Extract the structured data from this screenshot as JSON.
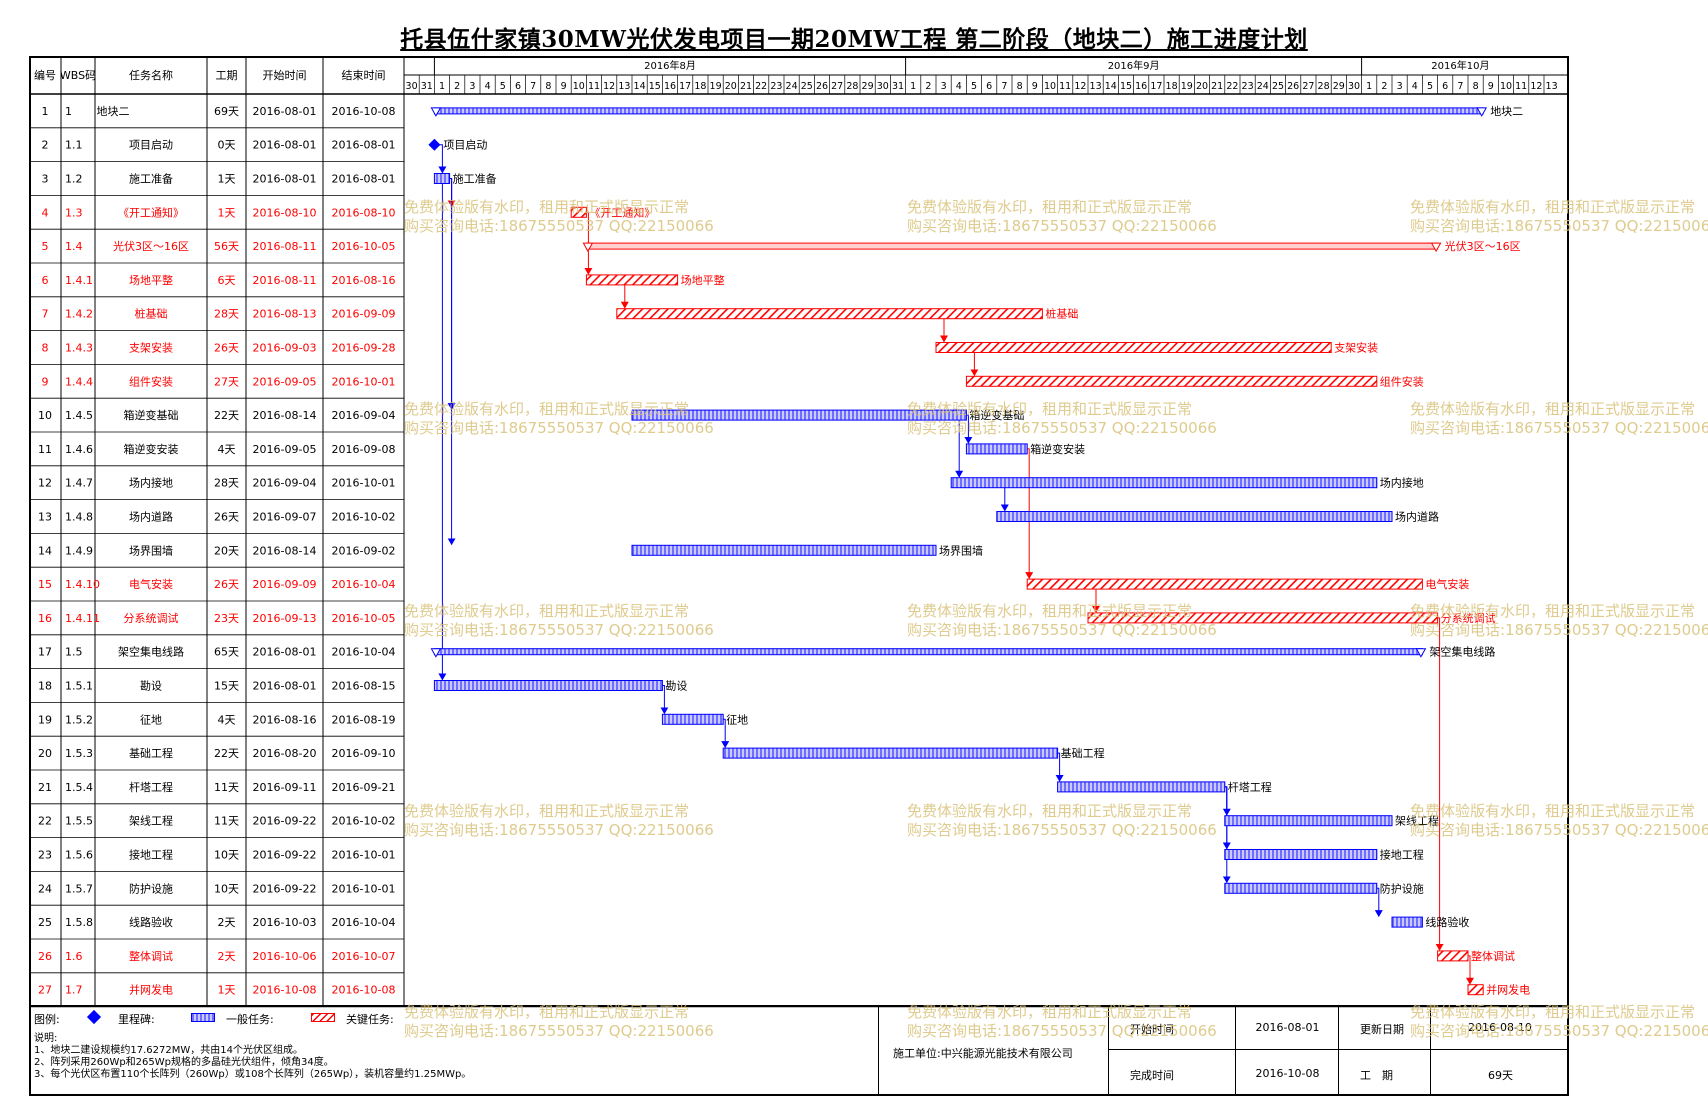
{
  "title": "托县伍什家镇30MW光伏发电项目一期20MW工程 第二阶段（地块二）施工进度计划",
  "columns": [
    "编号",
    "WBS码",
    "任务名称",
    "工期",
    "开始时间",
    "结束时间"
  ],
  "months": [
    {
      "label": "2016年8月"
    },
    {
      "label": "2016年9月"
    },
    {
      "label": "2016年10月"
    }
  ],
  "day_labels": [
    "30",
    "31",
    "1",
    "2",
    "3",
    "4",
    "5",
    "6",
    "7",
    "8",
    "9",
    "10",
    "11",
    "12",
    "13",
    "14",
    "15",
    "16",
    "17",
    "18",
    "19",
    "20",
    "21",
    "22",
    "23",
    "24",
    "25",
    "26",
    "27",
    "28",
    "29",
    "30",
    "31",
    "1",
    "2",
    "3",
    "4",
    "5",
    "6",
    "7",
    "8",
    "9",
    "10",
    "11",
    "12",
    "13",
    "14",
    "15",
    "16",
    "17",
    "18",
    "19",
    "20",
    "21",
    "22",
    "23",
    "24",
    "25",
    "26",
    "27",
    "28",
    "29",
    "30",
    "1",
    "2",
    "3",
    "4",
    "5",
    "6",
    "7",
    "8",
    "9",
    "10",
    "11",
    "12",
    "13"
  ],
  "colors": {
    "normal": "#0000ff",
    "critical": "#ff0000",
    "watermark": "#d9c27a"
  },
  "tasks": [
    {
      "no": "1",
      "wbs": "1",
      "name": "地块二",
      "dur": "69天",
      "start": "2016-08-01",
      "end": "2016-10-08",
      "type": "summary",
      "critical": false,
      "label": "地块二",
      "indent": 0
    },
    {
      "no": "2",
      "wbs": "1.1",
      "name": "项目启动",
      "dur": "0天",
      "start": "2016-08-01",
      "end": "2016-08-01",
      "type": "milestone",
      "critical": false,
      "label": "项目启动",
      "indent": 1
    },
    {
      "no": "3",
      "wbs": "1.2",
      "name": "施工准备",
      "dur": "1天",
      "start": "2016-08-01",
      "end": "2016-08-01",
      "type": "task",
      "critical": false,
      "label": "施工准备",
      "indent": 1
    },
    {
      "no": "4",
      "wbs": "1.3",
      "name": "《开工通知》",
      "dur": "1天",
      "start": "2016-08-10",
      "end": "2016-08-10",
      "type": "task",
      "critical": true,
      "label": "《开工通知》",
      "indent": 1
    },
    {
      "no": "5",
      "wbs": "1.4",
      "name": "光伏3区～16区",
      "dur": "56天",
      "start": "2016-08-11",
      "end": "2016-10-05",
      "type": "summary",
      "critical": true,
      "label": "光伏3区～16区",
      "indent": 1
    },
    {
      "no": "6",
      "wbs": "1.4.1",
      "name": "场地平整",
      "dur": "6天",
      "start": "2016-08-11",
      "end": "2016-08-16",
      "type": "task",
      "critical": true,
      "label": "场地平整",
      "indent": 2
    },
    {
      "no": "7",
      "wbs": "1.4.2",
      "name": "桩基础",
      "dur": "28天",
      "start": "2016-08-13",
      "end": "2016-09-09",
      "type": "task",
      "critical": true,
      "label": "桩基础",
      "indent": 2
    },
    {
      "no": "8",
      "wbs": "1.4.3",
      "name": "支架安装",
      "dur": "26天",
      "start": "2016-09-03",
      "end": "2016-09-28",
      "type": "task",
      "critical": true,
      "label": "支架安装",
      "indent": 2
    },
    {
      "no": "9",
      "wbs": "1.4.4",
      "name": "组件安装",
      "dur": "27天",
      "start": "2016-09-05",
      "end": "2016-10-01",
      "type": "task",
      "critical": true,
      "label": "组件安装",
      "indent": 2
    },
    {
      "no": "10",
      "wbs": "1.4.5",
      "name": "箱逆变基础",
      "dur": "22天",
      "start": "2016-08-14",
      "end": "2016-09-04",
      "type": "task",
      "critical": false,
      "label": "箱逆变基础",
      "indent": 2
    },
    {
      "no": "11",
      "wbs": "1.4.6",
      "name": "箱逆变安装",
      "dur": "4天",
      "start": "2016-09-05",
      "end": "2016-09-08",
      "type": "task",
      "critical": false,
      "label": "箱逆变安装",
      "indent": 2
    },
    {
      "no": "12",
      "wbs": "1.4.7",
      "name": "场内接地",
      "dur": "28天",
      "start": "2016-09-04",
      "end": "2016-10-01",
      "type": "task",
      "critical": false,
      "label": "场内接地",
      "indent": 2
    },
    {
      "no": "13",
      "wbs": "1.4.8",
      "name": "场内道路",
      "dur": "26天",
      "start": "2016-09-07",
      "end": "2016-10-02",
      "type": "task",
      "critical": false,
      "label": "场内道路",
      "indent": 2
    },
    {
      "no": "14",
      "wbs": "1.4.9",
      "name": "场界围墙",
      "dur": "20天",
      "start": "2016-08-14",
      "end": "2016-09-02",
      "type": "task",
      "critical": false,
      "label": "场界围墙",
      "indent": 2
    },
    {
      "no": "15",
      "wbs": "1.4.10",
      "name": "电气安装",
      "dur": "26天",
      "start": "2016-09-09",
      "end": "2016-10-04",
      "type": "task",
      "critical": true,
      "label": "电气安装",
      "indent": 2
    },
    {
      "no": "16",
      "wbs": "1.4.11",
      "name": "分系统调试",
      "dur": "23天",
      "start": "2016-09-13",
      "end": "2016-10-05",
      "type": "task",
      "critical": true,
      "label": "分系统调试",
      "indent": 2
    },
    {
      "no": "17",
      "wbs": "1.5",
      "name": "架空集电线路",
      "dur": "65天",
      "start": "2016-08-01",
      "end": "2016-10-04",
      "type": "summary",
      "critical": false,
      "label": "架空集电线路",
      "indent": 1
    },
    {
      "no": "18",
      "wbs": "1.5.1",
      "name": "勘设",
      "dur": "15天",
      "start": "2016-08-01",
      "end": "2016-08-15",
      "type": "task",
      "critical": false,
      "label": "勘设",
      "indent": 2
    },
    {
      "no": "19",
      "wbs": "1.5.2",
      "name": "征地",
      "dur": "4天",
      "start": "2016-08-16",
      "end": "2016-08-19",
      "type": "task",
      "critical": false,
      "label": "征地",
      "indent": 2
    },
    {
      "no": "20",
      "wbs": "1.5.3",
      "name": "基础工程",
      "dur": "22天",
      "start": "2016-08-20",
      "end": "2016-09-10",
      "type": "task",
      "critical": false,
      "label": "基础工程",
      "indent": 2
    },
    {
      "no": "21",
      "wbs": "1.5.4",
      "name": "杆塔工程",
      "dur": "11天",
      "start": "2016-09-11",
      "end": "2016-09-21",
      "type": "task",
      "critical": false,
      "label": "杆塔工程",
      "indent": 2
    },
    {
      "no": "22",
      "wbs": "1.5.5",
      "name": "架线工程",
      "dur": "11天",
      "start": "2016-09-22",
      "end": "2016-10-02",
      "type": "task",
      "critical": false,
      "label": "架线工程",
      "indent": 2
    },
    {
      "no": "23",
      "wbs": "1.5.6",
      "name": "接地工程",
      "dur": "10天",
      "start": "2016-09-22",
      "end": "2016-10-01",
      "type": "task",
      "critical": false,
      "label": "接地工程",
      "indent": 2
    },
    {
      "no": "24",
      "wbs": "1.5.7",
      "name": "防护设施",
      "dur": "10天",
      "start": "2016-09-22",
      "end": "2016-10-01",
      "type": "task",
      "critical": false,
      "label": "防护设施",
      "indent": 2
    },
    {
      "no": "25",
      "wbs": "1.5.8",
      "name": "线路验收",
      "dur": "2天",
      "start": "2016-10-03",
      "end": "2016-10-04",
      "type": "task",
      "critical": false,
      "label": "线路验收",
      "indent": 2
    },
    {
      "no": "26",
      "wbs": "1.6",
      "name": "整体调试",
      "dur": "2天",
      "start": "2016-10-06",
      "end": "2016-10-07",
      "type": "task",
      "critical": true,
      "label": "整体调试",
      "indent": 1
    },
    {
      "no": "27",
      "wbs": "1.7",
      "name": "并网发电",
      "dur": "1天",
      "start": "2016-10-08",
      "end": "2016-10-08",
      "type": "task",
      "critical": true,
      "label": "并网发电",
      "indent": 1
    }
  ],
  "links": [
    [
      2,
      3
    ],
    [
      3,
      4
    ],
    [
      4,
      6
    ],
    [
      6,
      7
    ],
    [
      7,
      8
    ],
    [
      8,
      9
    ],
    [
      3,
      10
    ],
    [
      10,
      11
    ],
    [
      10,
      12
    ],
    [
      12,
      13
    ],
    [
      3,
      14
    ],
    [
      11,
      15
    ],
    [
      15,
      16
    ],
    [
      3,
      18
    ],
    [
      18,
      19
    ],
    [
      19,
      20
    ],
    [
      20,
      21
    ],
    [
      21,
      22
    ],
    [
      21,
      23
    ],
    [
      21,
      24
    ],
    [
      24,
      25
    ],
    [
      16,
      26
    ],
    [
      26,
      27
    ]
  ],
  "legend": {
    "label": "图例:",
    "milestone": "里程碑:",
    "normal": "一般任务:",
    "critical": "关键任务:"
  },
  "notes": {
    "title": "说明:",
    "lines": [
      "1、地块二建设规模约17.6272MW，共由14个光伏区组成。",
      "2、阵列采用260Wp和265Wp规格的多晶硅光伏组件，倾角34度。",
      "3、每个光伏区布置110个长阵列（260Wp）或108个长阵列（265Wp），装机容量约1.25MWp。"
    ]
  },
  "footer": {
    "company_label": "施工单位:",
    "company": "中兴能源光能技术有限公司",
    "start_label": "开始时间",
    "start_value": "2016-08-01",
    "update_label": "更新日期",
    "update_value": "2016-08-10",
    "finish_label": "完成时间",
    "finish_value": "2016-10-08",
    "duration_label": "工　期",
    "duration_value": "69天"
  },
  "watermark": {
    "line1": "免费体验版有水印，租用和正式版显示正常",
    "line2": "购买咨询电话:18675550537 QQ:22150066"
  }
}
